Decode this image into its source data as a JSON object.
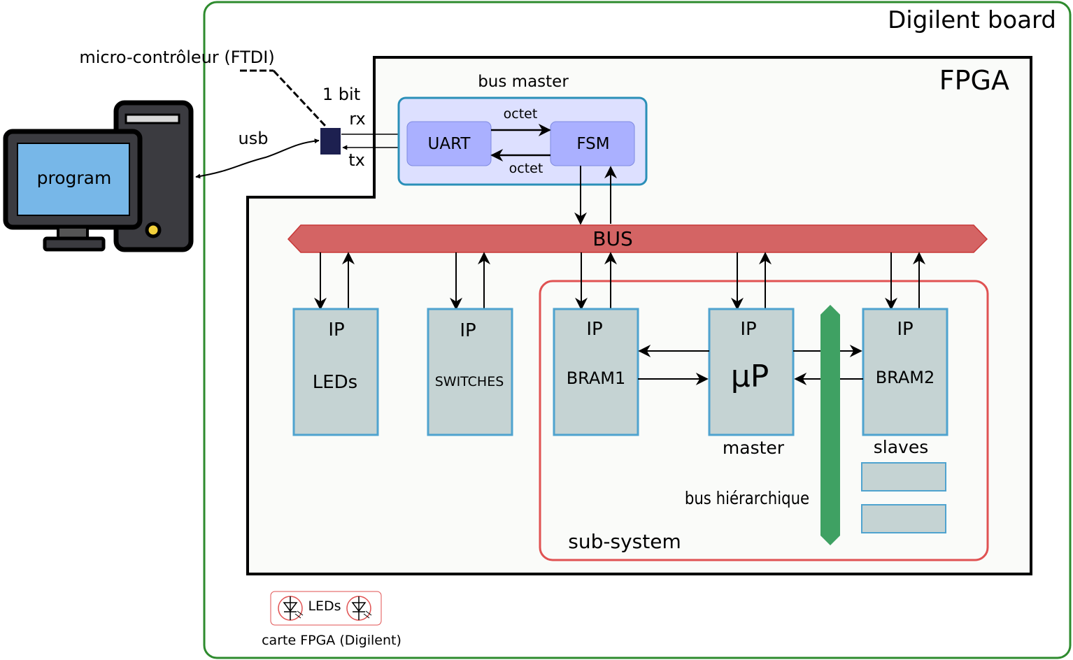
{
  "board": {
    "title": "Digilent board"
  },
  "fpga": {
    "title": "FPGA"
  },
  "computer": {
    "screen_label": "program"
  },
  "ftdi": {
    "label": "micro-contrôleur (FTDI)",
    "width_label": "1 bit",
    "rx_label": "rx",
    "tx_label": "tx",
    "usb_label": "usb"
  },
  "bus_master": {
    "title": "bus master",
    "uart_label": "UART",
    "fsm_label": "FSM",
    "octet_top": "octet",
    "octet_bottom": "octet"
  },
  "bus": {
    "label": "BUS"
  },
  "ips": {
    "leds": {
      "ip": "IP",
      "name": "LEDs"
    },
    "switches": {
      "ip": "IP",
      "name": "SWITCHES"
    },
    "bram1": {
      "ip": "IP",
      "name": "BRAM1"
    },
    "up": {
      "ip": "IP",
      "name": "µP"
    },
    "bram2": {
      "ip": "IP",
      "name": "BRAM2"
    }
  },
  "subsystem": {
    "label": "sub-system",
    "master_label": "master",
    "slaves_label": "slaves",
    "hier_bus_label": "bus hiérarchique"
  },
  "legend": {
    "leds_label": "LEDs",
    "card_label": "carte FPGA (Digilent)"
  },
  "colors": {
    "board_border": "#2e8b2e",
    "bus_fill": "#d46464",
    "bus_stroke": "#c83737",
    "ip_fill": "#c5d3d3",
    "ip_stroke": "#4fa3cf",
    "uart_fill": "#aab0ff",
    "bus_master_fill": "#dde0ff",
    "subsystem_stroke": "#e05252",
    "hier_bus": "#3fa163",
    "screen": "#77b7e8"
  }
}
